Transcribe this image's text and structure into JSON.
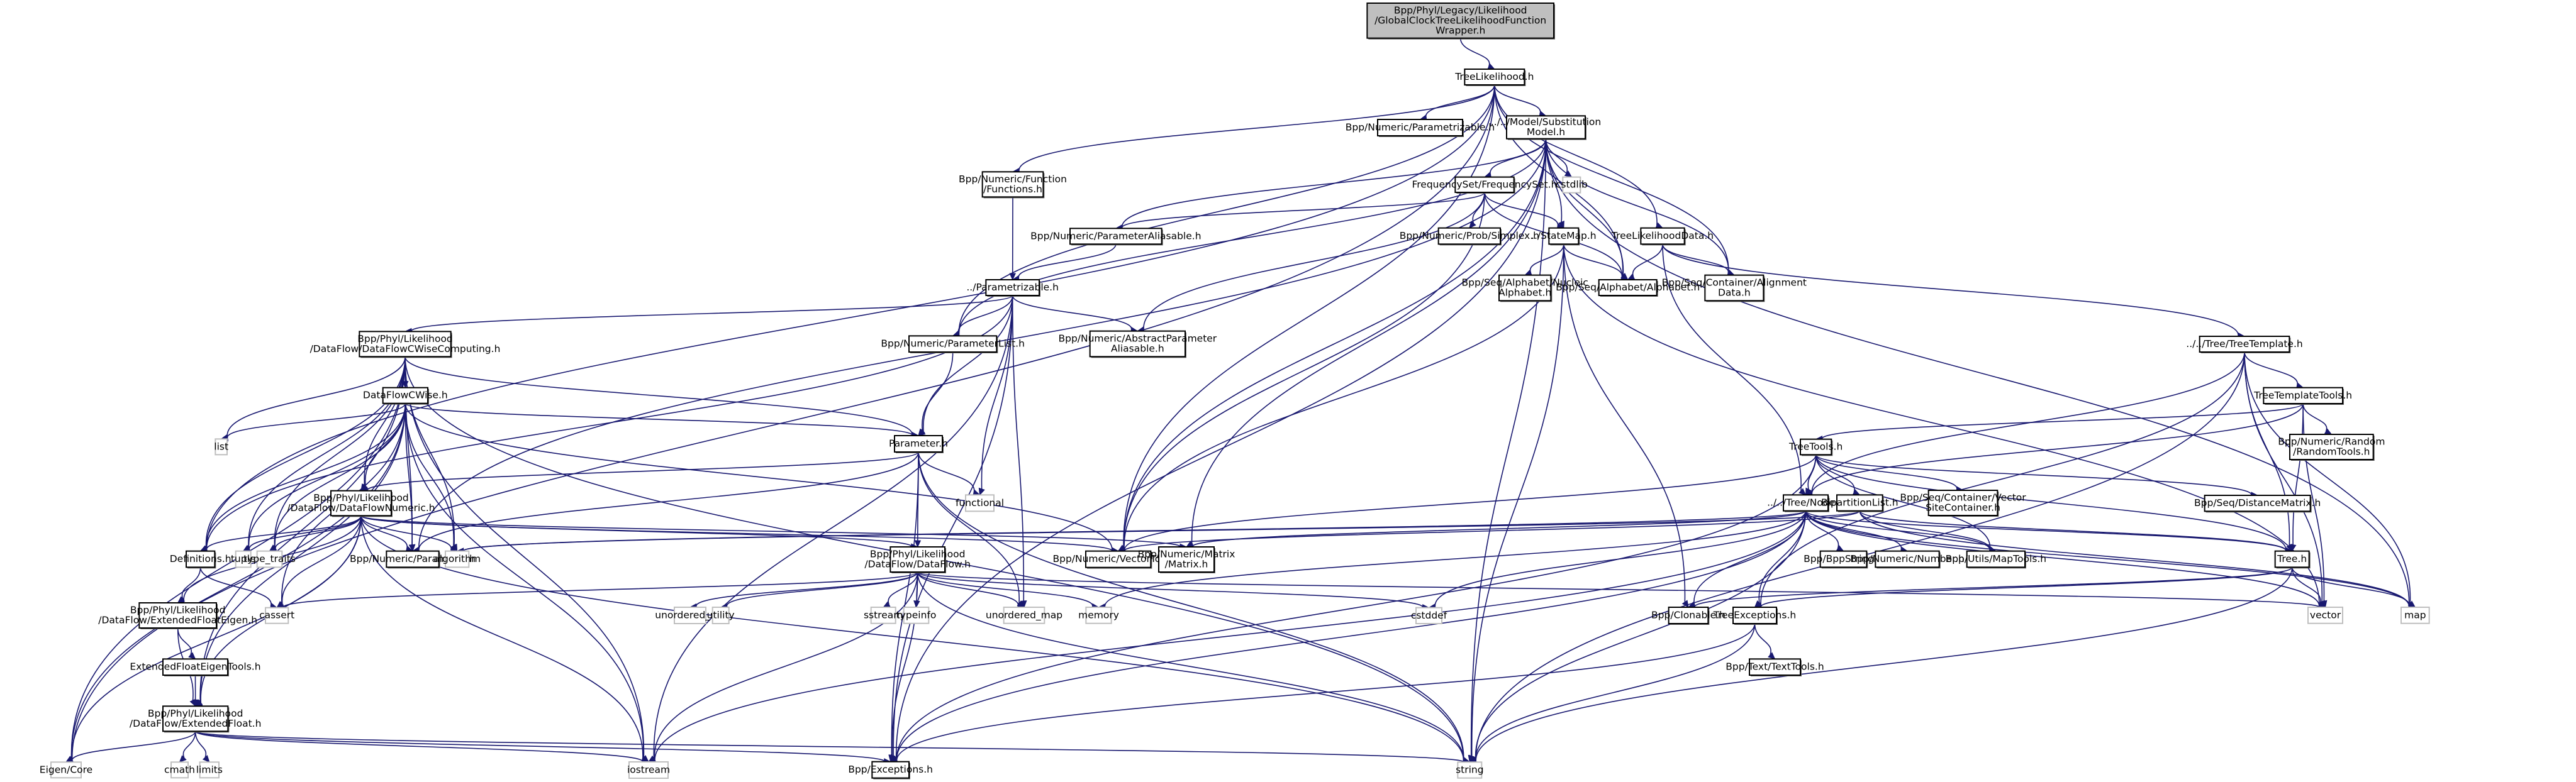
{
  "diagram": {
    "title": "Include dependency graph",
    "root": "Bpp/Phyl/Legacy/Likelihood/GlobalClockTreeLikelihoodFunctionWrapper.h",
    "edge_color": "#191970",
    "root_fill": "#bfbfbf",
    "system_border": "#bfbfbf",
    "nodes": [
      {
        "id": "root",
        "lines": [
          "Bpp/Phyl/Legacy/Likelihood",
          "/GlobalClockTreeLikelihoodFunction",
          "Wrapper.h"
        ],
        "kind": "root"
      },
      {
        "id": "treelik",
        "lines": [
          "TreeLikelihood.h"
        ],
        "kind": "file"
      },
      {
        "id": "parametrizable_num",
        "lines": [
          "Bpp/Numeric/Parametrizable.h"
        ],
        "kind": "file"
      },
      {
        "id": "submodel",
        "lines": [
          "../../Model/Substitution",
          "Model.h"
        ],
        "kind": "file"
      },
      {
        "id": "functions",
        "lines": [
          "Bpp/Numeric/Function",
          "/Functions.h"
        ],
        "kind": "file"
      },
      {
        "id": "freqset",
        "lines": [
          "FrequencySet/FrequencySet.h"
        ],
        "kind": "file"
      },
      {
        "id": "cstdlib",
        "lines": [
          "cstdlib"
        ],
        "kind": "sys"
      },
      {
        "id": "paramaliasable",
        "lines": [
          "Bpp/Numeric/ParameterAliasable.h"
        ],
        "kind": "file"
      },
      {
        "id": "simplex",
        "lines": [
          "Bpp/Numeric/Prob/Simplex.h"
        ],
        "kind": "file"
      },
      {
        "id": "statemap",
        "lines": [
          "../StateMap.h"
        ],
        "kind": "file"
      },
      {
        "id": "treelikdata",
        "lines": [
          "TreeLikelihoodData.h"
        ],
        "kind": "file"
      },
      {
        "id": "nucalpha",
        "lines": [
          "Bpp/Seq/Alphabet/Nucleic",
          "Alphabet.h"
        ],
        "kind": "file"
      },
      {
        "id": "alphabet",
        "lines": [
          "Bpp/Seq/Alphabet/Alphabet.h"
        ],
        "kind": "file"
      },
      {
        "id": "aligndata",
        "lines": [
          "Bpp/Seq/Container/Alignment",
          "Data.h"
        ],
        "kind": "file"
      },
      {
        "id": "parametrizable",
        "lines": [
          "../Parametrizable.h"
        ],
        "kind": "file"
      },
      {
        "id": "dfcwisecomp",
        "lines": [
          "Bpp/Phyl/Likelihood",
          "/DataFlow/DataFlowCWiseComputing.h"
        ],
        "kind": "file"
      },
      {
        "id": "paramlist",
        "lines": [
          "Bpp/Numeric/ParameterList.h"
        ],
        "kind": "file"
      },
      {
        "id": "absparamalias",
        "lines": [
          "Bpp/Numeric/AbstractParameter",
          "Aliasable.h"
        ],
        "kind": "file"
      },
      {
        "id": "treetemplate",
        "lines": [
          "../../Tree/TreeTemplate.h"
        ],
        "kind": "file"
      },
      {
        "id": "treetemplatetools",
        "lines": [
          "TreeTemplateTools.h"
        ],
        "kind": "file"
      },
      {
        "id": "randomtools",
        "lines": [
          "Bpp/Numeric/Random",
          "/RandomTools.h"
        ],
        "kind": "file"
      },
      {
        "id": "dfcwise",
        "lines": [
          "DataFlowCWise.h"
        ],
        "kind": "file"
      },
      {
        "id": "list",
        "lines": [
          "list"
        ],
        "kind": "sys"
      },
      {
        "id": "parameter",
        "lines": [
          "Parameter.h"
        ],
        "kind": "file"
      },
      {
        "id": "functional",
        "lines": [
          "functional"
        ],
        "kind": "sys"
      },
      {
        "id": "treetools",
        "lines": [
          "TreeTools.h"
        ],
        "kind": "file"
      },
      {
        "id": "node",
        "lines": [
          "../../Tree/Node.h"
        ],
        "kind": "file"
      },
      {
        "id": "bipartition",
        "lines": [
          "BipartitionList.h"
        ],
        "kind": "file"
      },
      {
        "id": "vectorsite",
        "lines": [
          "Bpp/Seq/Container/Vector",
          "SiteContainer.h"
        ],
        "kind": "file"
      },
      {
        "id": "distmatrix",
        "lines": [
          "Bpp/Seq/DistanceMatrix.h"
        ],
        "kind": "file"
      },
      {
        "id": "dfnumeric",
        "lines": [
          "Bpp/Phyl/Likelihood",
          "/DataFlow/DataFlowNumeric.h"
        ],
        "kind": "file"
      },
      {
        "id": "definitions",
        "lines": [
          "Definitions.h"
        ],
        "kind": "file"
      },
      {
        "id": "tuple",
        "lines": [
          "tuple"
        ],
        "kind": "sys"
      },
      {
        "id": "type_traits",
        "lines": [
          "type_traits"
        ],
        "kind": "sys"
      },
      {
        "id": "numparameter",
        "lines": [
          "Bpp/Numeric/Parameter.h"
        ],
        "kind": "file"
      },
      {
        "id": "algorithm",
        "lines": [
          "algorithm"
        ],
        "kind": "sys"
      },
      {
        "id": "dataflow",
        "lines": [
          "Bpp/Phyl/Likelihood",
          "/DataFlow/DataFlow.h"
        ],
        "kind": "file"
      },
      {
        "id": "vectortools",
        "lines": [
          "Bpp/Numeric/VectorTools.h"
        ],
        "kind": "file"
      },
      {
        "id": "matrix",
        "lines": [
          "Bpp/Numeric/Matrix",
          "/Matrix.h"
        ],
        "kind": "file"
      },
      {
        "id": "bppstring",
        "lines": [
          "Bpp/BppString.h"
        ],
        "kind": "file"
      },
      {
        "id": "number",
        "lines": [
          "Bpp/Numeric/Number.h"
        ],
        "kind": "file"
      },
      {
        "id": "maptools",
        "lines": [
          "Bpp/Utils/MapTools.h"
        ],
        "kind": "file"
      },
      {
        "id": "tree",
        "lines": [
          "Tree.h"
        ],
        "kind": "file"
      },
      {
        "id": "cassert",
        "lines": [
          "cassert"
        ],
        "kind": "sys"
      },
      {
        "id": "unordered_set",
        "lines": [
          "unordered_set"
        ],
        "kind": "sys"
      },
      {
        "id": "utility",
        "lines": [
          "utility"
        ],
        "kind": "sys"
      },
      {
        "id": "sstream",
        "lines": [
          "sstream"
        ],
        "kind": "sys"
      },
      {
        "id": "typeinfo",
        "lines": [
          "typeinfo"
        ],
        "kind": "sys"
      },
      {
        "id": "unordered_map",
        "lines": [
          "unordered_map"
        ],
        "kind": "sys"
      },
      {
        "id": "memory",
        "lines": [
          "memory"
        ],
        "kind": "sys"
      },
      {
        "id": "cstddef",
        "lines": [
          "cstddef"
        ],
        "kind": "sys"
      },
      {
        "id": "clonable",
        "lines": [
          "Bpp/Clonable.h"
        ],
        "kind": "file"
      },
      {
        "id": "treeexceptions",
        "lines": [
          "TreeExceptions.h"
        ],
        "kind": "file"
      },
      {
        "id": "vector",
        "lines": [
          "vector"
        ],
        "kind": "sys"
      },
      {
        "id": "map",
        "lines": [
          "map"
        ],
        "kind": "sys"
      },
      {
        "id": "extfloateigen",
        "lines": [
          "Bpp/Phyl/Likelihood",
          "/DataFlow/ExtendedFloatEigen.h"
        ],
        "kind": "file"
      },
      {
        "id": "extfloateigentools",
        "lines": [
          "ExtendedFloatEigenTools.h"
        ],
        "kind": "file"
      },
      {
        "id": "texttools",
        "lines": [
          "Bpp/Text/TextTools.h"
        ],
        "kind": "file"
      },
      {
        "id": "extfloat",
        "lines": [
          "Bpp/Phyl/Likelihood",
          "/DataFlow/ExtendedFloat.h"
        ],
        "kind": "file"
      },
      {
        "id": "eigencore",
        "lines": [
          "Eigen/Core"
        ],
        "kind": "sys"
      },
      {
        "id": "cmath",
        "lines": [
          "cmath"
        ],
        "kind": "sys"
      },
      {
        "id": "limits",
        "lines": [
          "limits"
        ],
        "kind": "sys"
      },
      {
        "id": "iostream",
        "lines": [
          "iostream"
        ],
        "kind": "sys"
      },
      {
        "id": "exceptions",
        "lines": [
          "Bpp/Exceptions.h"
        ],
        "kind": "file"
      },
      {
        "id": "string",
        "lines": [
          "string"
        ],
        "kind": "sys"
      }
    ],
    "edges": [
      [
        "root",
        "treelik"
      ],
      [
        "treelik",
        "parametrizable_num"
      ],
      [
        "treelik",
        "submodel"
      ],
      [
        "treelik",
        "functions"
      ],
      [
        "treelik",
        "treelikdata"
      ],
      [
        "treelik",
        "alphabet"
      ],
      [
        "treelik",
        "aligndata"
      ],
      [
        "treelik",
        "paramlist"
      ],
      [
        "treelik",
        "vectortools"
      ],
      [
        "treelik",
        "definitions"
      ],
      [
        "treelik",
        "eigencore"
      ],
      [
        "submodel",
        "freqset"
      ],
      [
        "submodel",
        "cstdlib"
      ],
      [
        "submodel",
        "paramaliasable"
      ],
      [
        "submodel",
        "statemap"
      ],
      [
        "submodel",
        "alphabet"
      ],
      [
        "submodel",
        "aligndata"
      ],
      [
        "submodel",
        "paramlist"
      ],
      [
        "submodel",
        "matrix"
      ],
      [
        "submodel",
        "vectortools"
      ],
      [
        "submodel",
        "numparameter"
      ],
      [
        "submodel",
        "exceptions"
      ],
      [
        "submodel",
        "string"
      ],
      [
        "submodel",
        "map"
      ],
      [
        "functions",
        "parametrizable"
      ],
      [
        "freqset",
        "paramaliasable"
      ],
      [
        "freqset",
        "simplex"
      ],
      [
        "freqset",
        "statemap"
      ],
      [
        "freqset",
        "alphabet"
      ],
      [
        "freqset",
        "absparamalias"
      ],
      [
        "freqset",
        "vectortools"
      ],
      [
        "paramaliasable",
        "parametrizable"
      ],
      [
        "statemap",
        "nucalpha"
      ],
      [
        "statemap",
        "alphabet"
      ],
      [
        "statemap",
        "clonable"
      ],
      [
        "statemap",
        "string"
      ],
      [
        "statemap",
        "vector"
      ],
      [
        "statemap",
        "vectortools"
      ],
      [
        "treelikdata",
        "alphabet"
      ],
      [
        "treelikdata",
        "aligndata"
      ],
      [
        "treelikdata",
        "node"
      ],
      [
        "treelikdata",
        "treetemplate"
      ],
      [
        "parametrizable",
        "dfcwisecomp"
      ],
      [
        "parametrizable",
        "paramlist"
      ],
      [
        "parametrizable",
        "absparamalias"
      ],
      [
        "parametrizable",
        "parameter"
      ],
      [
        "parametrizable",
        "functional"
      ],
      [
        "parametrizable",
        "unordered_map"
      ],
      [
        "parametrizable",
        "iostream"
      ],
      [
        "parametrizable",
        "exceptions"
      ],
      [
        "parametrizable",
        "definitions"
      ],
      [
        "dfcwisecomp",
        "dfcwise"
      ],
      [
        "dfcwisecomp",
        "dfnumeric"
      ],
      [
        "dfcwisecomp",
        "parameter"
      ],
      [
        "dfcwisecomp",
        "list"
      ],
      [
        "dfcwisecomp",
        "tuple"
      ],
      [
        "dfcwisecomp",
        "type_traits"
      ],
      [
        "dfcwisecomp",
        "definitions"
      ],
      [
        "dfcwisecomp",
        "algorithm"
      ],
      [
        "dfcwisecomp",
        "numparameter"
      ],
      [
        "dfcwisecomp",
        "extfloat"
      ],
      [
        "dfcwisecomp",
        "eigencore"
      ],
      [
        "dfcwisecomp",
        "string"
      ],
      [
        "dfcwisecomp",
        "iostream"
      ],
      [
        "paramlist",
        "parameter"
      ],
      [
        "treetemplate",
        "treetemplatetools"
      ],
      [
        "treetemplate",
        "node"
      ],
      [
        "treetemplate",
        "tree"
      ],
      [
        "treetemplate",
        "vector"
      ],
      [
        "treetemplate",
        "map"
      ],
      [
        "treetemplate",
        "string"
      ],
      [
        "treetemplate",
        "treeexceptions"
      ],
      [
        "treetemplatetools",
        "randomtools"
      ],
      [
        "treetemplatetools",
        "treetools"
      ],
      [
        "treetemplatetools",
        "node"
      ],
      [
        "treetemplatetools",
        "vector"
      ],
      [
        "treetemplatetools",
        "tree"
      ],
      [
        "dfcwise",
        "dfnumeric"
      ],
      [
        "dfcwise",
        "parameter"
      ],
      [
        "dfcwise",
        "list"
      ],
      [
        "dfcwise",
        "tuple"
      ],
      [
        "dfcwise",
        "type_traits"
      ],
      [
        "dfcwise",
        "definitions"
      ],
      [
        "dfcwise",
        "numparameter"
      ],
      [
        "dfcwise",
        "algorithm"
      ],
      [
        "dfcwise",
        "cassert"
      ],
      [
        "dfcwise",
        "extfloat"
      ],
      [
        "dfcwise",
        "eigencore"
      ],
      [
        "dfcwise",
        "iostream"
      ],
      [
        "dfcwise",
        "vectortools"
      ],
      [
        "parameter",
        "dfnumeric"
      ],
      [
        "parameter",
        "dataflow"
      ],
      [
        "parameter",
        "numparameter"
      ],
      [
        "parameter",
        "functional"
      ],
      [
        "parameter",
        "unordered_map"
      ],
      [
        "parameter",
        "string"
      ],
      [
        "parameter",
        "exceptions"
      ],
      [
        "treetools",
        "node"
      ],
      [
        "treetools",
        "bipartition"
      ],
      [
        "treetools",
        "vectorsite"
      ],
      [
        "treetools",
        "distmatrix"
      ],
      [
        "treetools",
        "tree"
      ],
      [
        "treetools",
        "maptools"
      ],
      [
        "treetools",
        "vectortools"
      ],
      [
        "treetools",
        "exceptions"
      ],
      [
        "node",
        "bppstring"
      ],
      [
        "node",
        "number"
      ],
      [
        "node",
        "maptools"
      ],
      [
        "node",
        "tree"
      ],
      [
        "node",
        "clonable"
      ],
      [
        "node",
        "treeexceptions"
      ],
      [
        "node",
        "vector"
      ],
      [
        "node",
        "map"
      ],
      [
        "node",
        "string"
      ],
      [
        "node",
        "cstddef"
      ],
      [
        "node",
        "memory"
      ],
      [
        "node",
        "iostream"
      ],
      [
        "node",
        "algorithm"
      ],
      [
        "node",
        "matrix"
      ],
      [
        "node",
        "exceptions"
      ],
      [
        "bipartition",
        "tree"
      ],
      [
        "bipartition",
        "maptools"
      ],
      [
        "bipartition",
        "map"
      ],
      [
        "bipartition",
        "algorithm"
      ],
      [
        "bipartition",
        "vectortools"
      ],
      [
        "dfnumeric",
        "definitions"
      ],
      [
        "dfnumeric",
        "tuple"
      ],
      [
        "dfnumeric",
        "type_traits"
      ],
      [
        "dfnumeric",
        "numparameter"
      ],
      [
        "dfnumeric",
        "algorithm"
      ],
      [
        "dfnumeric",
        "dataflow"
      ],
      [
        "dfnumeric",
        "vectortools"
      ],
      [
        "dfnumeric",
        "matrix"
      ],
      [
        "dfnumeric",
        "extfloateigen"
      ],
      [
        "dfnumeric",
        "extfloat"
      ],
      [
        "dfnumeric",
        "cassert"
      ],
      [
        "dfnumeric",
        "eigencore"
      ],
      [
        "dfnumeric",
        "string"
      ],
      [
        "dfnumeric",
        "iostream"
      ],
      [
        "definitions",
        "extfloateigen"
      ],
      [
        "definitions",
        "cassert"
      ],
      [
        "dataflow",
        "cassert"
      ],
      [
        "dataflow",
        "unordered_set"
      ],
      [
        "dataflow",
        "utility"
      ],
      [
        "dataflow",
        "sstream"
      ],
      [
        "dataflow",
        "typeinfo"
      ],
      [
        "dataflow",
        "unordered_map"
      ],
      [
        "dataflow",
        "memory"
      ],
      [
        "dataflow",
        "cstddef"
      ],
      [
        "dataflow",
        "string"
      ],
      [
        "dataflow",
        "exceptions"
      ],
      [
        "dataflow",
        "vector"
      ],
      [
        "dataflow",
        "iostream"
      ],
      [
        "tree",
        "clonable"
      ],
      [
        "tree",
        "treeexceptions"
      ],
      [
        "tree",
        "vector"
      ],
      [
        "tree",
        "map"
      ],
      [
        "tree",
        "string"
      ],
      [
        "treeexceptions",
        "texttools"
      ],
      [
        "treeexceptions",
        "exceptions"
      ],
      [
        "treeexceptions",
        "string"
      ],
      [
        "extfloateigen",
        "extfloateigentools"
      ],
      [
        "extfloateigen",
        "extfloat"
      ],
      [
        "extfloateigentools",
        "extfloat"
      ],
      [
        "extfloat",
        "eigencore"
      ],
      [
        "extfloat",
        "cmath"
      ],
      [
        "extfloat",
        "limits"
      ],
      [
        "extfloat",
        "iostream"
      ],
      [
        "extfloat",
        "exceptions"
      ],
      [
        "extfloat",
        "string"
      ]
    ]
  }
}
